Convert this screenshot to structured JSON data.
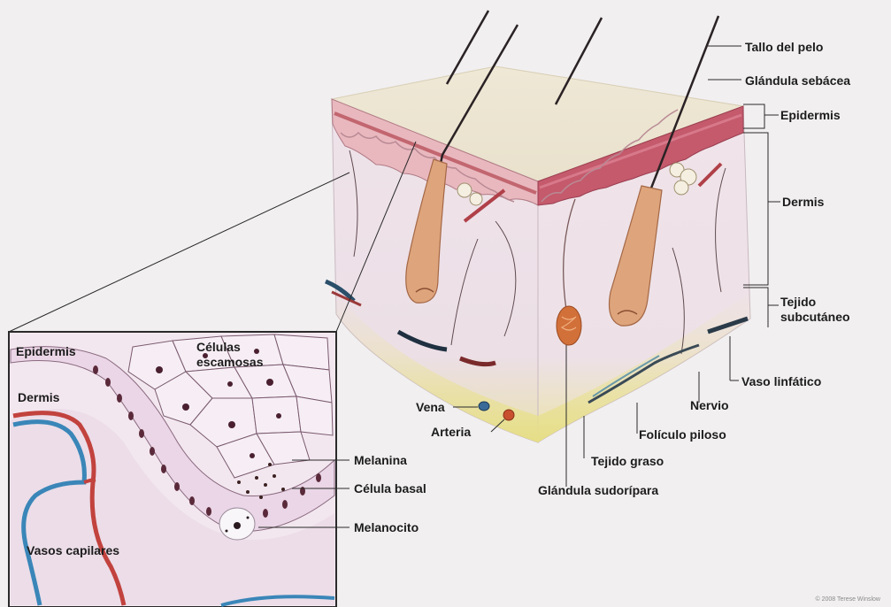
{
  "labels": {
    "tallo_del_pelo": "Tallo del pelo",
    "glandula_sebacea": "Glándula sebácea",
    "epidermis": "Epidermis",
    "dermis": "Dermis",
    "tejido_subcutaneo_1": "Tejido",
    "tejido_subcutaneo_2": "subcutáneo",
    "vaso_linfatico": "Vaso linfático",
    "nervio": "Nervio",
    "foliculo_piloso": "Folículo piloso",
    "tejido_graso": "Tejido graso",
    "glandula_sudoripara": "Glándula sudorípara",
    "vena": "Vena",
    "arteria": "Arteria"
  },
  "inset_labels": {
    "epidermis": "Epidermis",
    "dermis": "Dermis",
    "celulas_escamosas_1": "Células",
    "celulas_escamosas_2": "escamosas",
    "melanina": "Melanina",
    "celula_basal": "Célula basal",
    "melanocito": "Melanocito",
    "vasos_capilares": "Vasos capilares"
  },
  "copyright": "© 2008 Terese Winslow"
}
